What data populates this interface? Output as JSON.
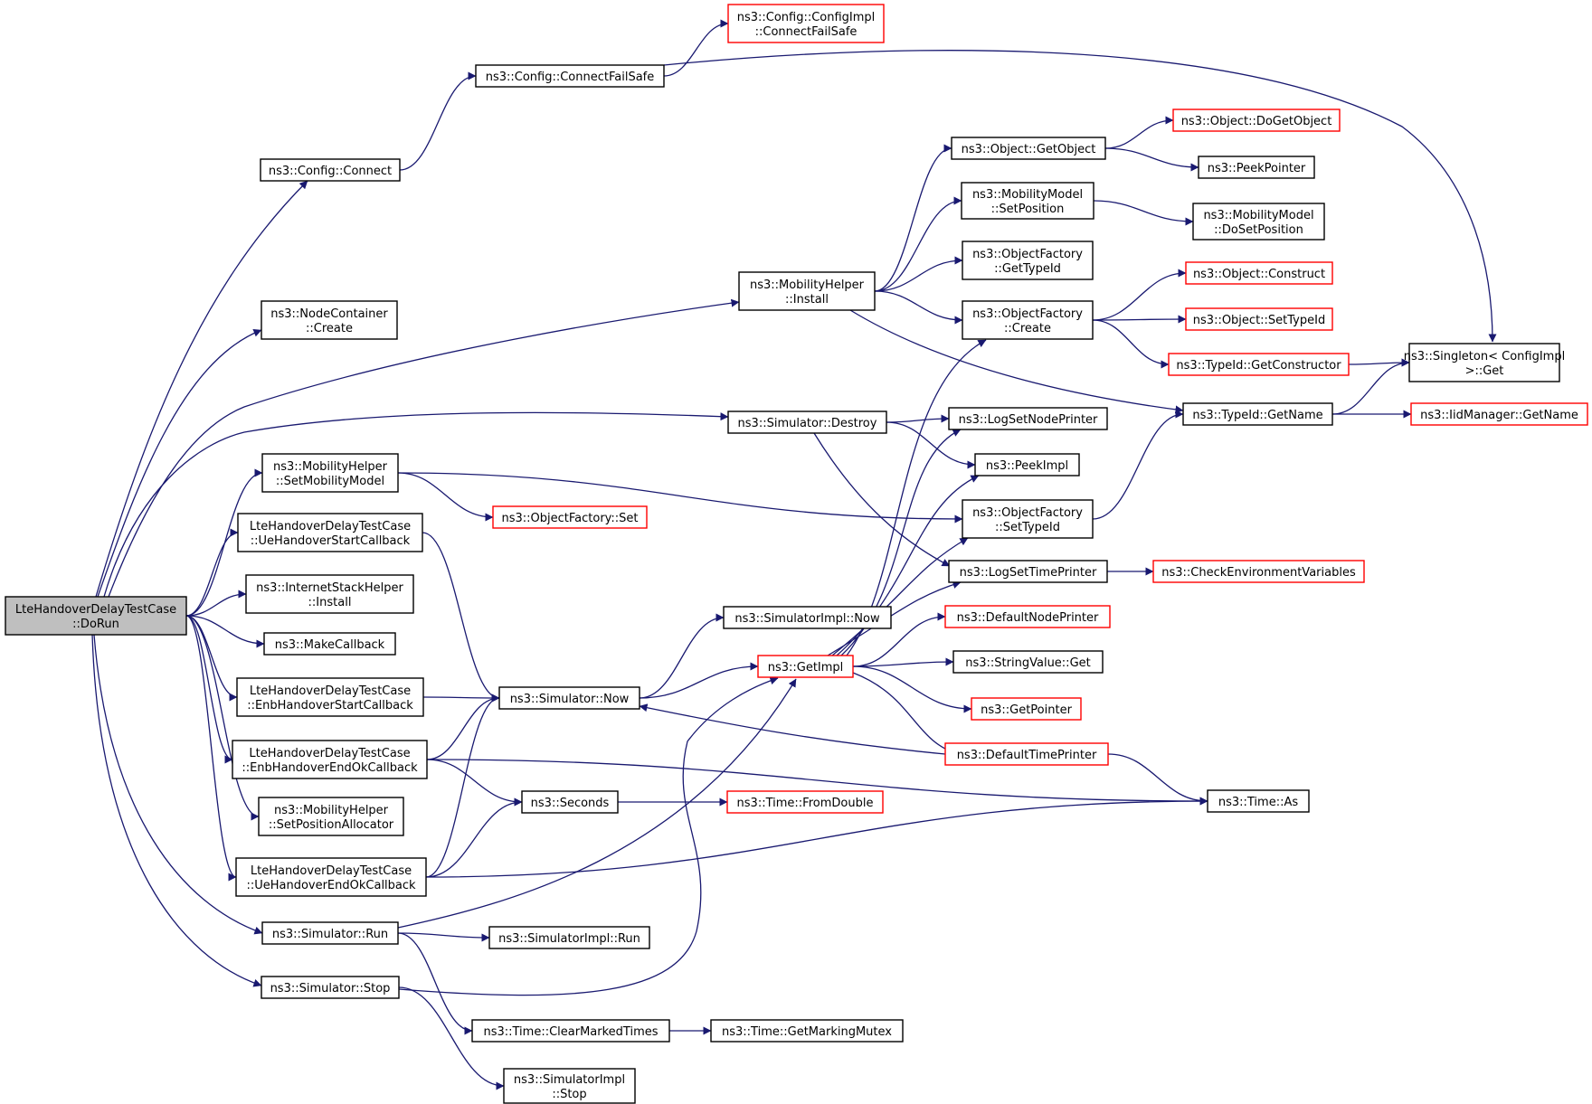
{
  "colors": {
    "edge": "#191970",
    "border_normal": "#000000",
    "border_truncated": "#ff0000",
    "fill_normal": "#ffffff",
    "fill_root": "#bfbfbf"
  },
  "nodes": [
    {
      "id": "doRun",
      "lines": [
        "LteHandoverDelayTestCase",
        "::DoRun"
      ],
      "style": "root"
    },
    {
      "id": "cfgConnect",
      "lines": [
        "ns3::Config::Connect"
      ],
      "style": "normal"
    },
    {
      "id": "cfgConnectFailSafe",
      "lines": [
        "ns3::Config::ConnectFailSafe"
      ],
      "style": "normal"
    },
    {
      "id": "cfgImplConnectFailSafe",
      "lines": [
        "ns3::Config::ConfigImpl",
        "::ConnectFailSafe"
      ],
      "style": "truncated"
    },
    {
      "id": "nodeContainerCreate",
      "lines": [
        "ns3::NodeContainer",
        "::Create"
      ],
      "style": "normal"
    },
    {
      "id": "mobHelperInstall",
      "lines": [
        "ns3::MobilityHelper",
        "::Install"
      ],
      "style": "normal"
    },
    {
      "id": "simDestroy",
      "lines": [
        "ns3::Simulator::Destroy"
      ],
      "style": "normal"
    },
    {
      "id": "mobHelperSetMobilityModel",
      "lines": [
        "ns3::MobilityHelper",
        "::SetMobilityModel"
      ],
      "style": "normal"
    },
    {
      "id": "objFactorySet",
      "lines": [
        "ns3::ObjectFactory::Set"
      ],
      "style": "truncated"
    },
    {
      "id": "ueHoStart",
      "lines": [
        "LteHandoverDelayTestCase",
        "::UeHandoverStartCallback"
      ],
      "style": "normal"
    },
    {
      "id": "internetStackInstall",
      "lines": [
        "ns3::InternetStackHelper",
        "::Install"
      ],
      "style": "normal"
    },
    {
      "id": "makeCallback",
      "lines": [
        "ns3::MakeCallback"
      ],
      "style": "normal"
    },
    {
      "id": "enbHoStart",
      "lines": [
        "LteHandoverDelayTestCase",
        "::EnbHandoverStartCallback"
      ],
      "style": "normal"
    },
    {
      "id": "enbHoEndOk",
      "lines": [
        "LteHandoverDelayTestCase",
        "::EnbHandoverEndOkCallback"
      ],
      "style": "normal"
    },
    {
      "id": "mobHelperSetPosAlloc",
      "lines": [
        "ns3::MobilityHelper",
        "::SetPositionAllocator"
      ],
      "style": "normal"
    },
    {
      "id": "ueHoEndOk",
      "lines": [
        "LteHandoverDelayTestCase",
        "::UeHandoverEndOkCallback"
      ],
      "style": "normal"
    },
    {
      "id": "simRun",
      "lines": [
        "ns3::Simulator::Run"
      ],
      "style": "normal"
    },
    {
      "id": "simStop",
      "lines": [
        "ns3::Simulator::Stop"
      ],
      "style": "normal"
    },
    {
      "id": "simNow",
      "lines": [
        "ns3::Simulator::Now"
      ],
      "style": "normal"
    },
    {
      "id": "simImplNow",
      "lines": [
        "ns3::SimulatorImpl::Now"
      ],
      "style": "normal"
    },
    {
      "id": "getImpl",
      "lines": [
        "ns3::GetImpl"
      ],
      "style": "truncated"
    },
    {
      "id": "seconds",
      "lines": [
        "ns3::Seconds"
      ],
      "style": "normal"
    },
    {
      "id": "simImplRun",
      "lines": [
        "ns3::SimulatorImpl::Run"
      ],
      "style": "normal"
    },
    {
      "id": "timeClearMarked",
      "lines": [
        "ns3::Time::ClearMarkedTimes"
      ],
      "style": "normal"
    },
    {
      "id": "simImplStop",
      "lines": [
        "ns3::SimulatorImpl",
        "::Stop"
      ],
      "style": "normal"
    },
    {
      "id": "timeGetMarkingMutex",
      "lines": [
        "ns3::Time::GetMarkingMutex"
      ],
      "style": "normal"
    },
    {
      "id": "timeFromDouble",
      "lines": [
        "ns3::Time::FromDouble"
      ],
      "style": "truncated"
    },
    {
      "id": "objGetObject",
      "lines": [
        "ns3::Object::GetObject"
      ],
      "style": "normal"
    },
    {
      "id": "mobModelSetPosition",
      "lines": [
        "ns3::MobilityModel",
        "::SetPosition"
      ],
      "style": "normal"
    },
    {
      "id": "objFactoryGetTypeId",
      "lines": [
        "ns3::ObjectFactory",
        "::GetTypeId"
      ],
      "style": "normal"
    },
    {
      "id": "objFactoryCreate",
      "lines": [
        "ns3::ObjectFactory",
        "::Create"
      ],
      "style": "normal"
    },
    {
      "id": "logSetNodePrinter",
      "lines": [
        "ns3::LogSetNodePrinter"
      ],
      "style": "normal"
    },
    {
      "id": "peekImpl",
      "lines": [
        "ns3::PeekImpl"
      ],
      "style": "normal"
    },
    {
      "id": "objFactorySetTypeId",
      "lines": [
        "ns3::ObjectFactory",
        "::SetTypeId"
      ],
      "style": "normal"
    },
    {
      "id": "logSetTimePrinter",
      "lines": [
        "ns3::LogSetTimePrinter"
      ],
      "style": "normal"
    },
    {
      "id": "defaultNodePrinter",
      "lines": [
        "ns3::DefaultNodePrinter"
      ],
      "style": "truncated"
    },
    {
      "id": "stringValueGet",
      "lines": [
        "ns3::StringValue::Get"
      ],
      "style": "normal"
    },
    {
      "id": "getPointer",
      "lines": [
        "ns3::GetPointer"
      ],
      "style": "truncated"
    },
    {
      "id": "defaultTimePrinter",
      "lines": [
        "ns3::DefaultTimePrinter"
      ],
      "style": "truncated"
    },
    {
      "id": "objDoGetObject",
      "lines": [
        "ns3::Object::DoGetObject"
      ],
      "style": "truncated"
    },
    {
      "id": "peekPointer",
      "lines": [
        "ns3::PeekPointer"
      ],
      "style": "normal"
    },
    {
      "id": "mobModelDoSetPosition",
      "lines": [
        "ns3::MobilityModel",
        "::DoSetPosition"
      ],
      "style": "normal"
    },
    {
      "id": "objConstruct",
      "lines": [
        "ns3::Object::Construct"
      ],
      "style": "truncated"
    },
    {
      "id": "objSetTypeId",
      "lines": [
        "ns3::Object::SetTypeId"
      ],
      "style": "truncated"
    },
    {
      "id": "typeIdGetConstructor",
      "lines": [
        "ns3::TypeId::GetConstructor"
      ],
      "style": "truncated"
    },
    {
      "id": "typeIdGetName",
      "lines": [
        "ns3::TypeId::GetName"
      ],
      "style": "normal"
    },
    {
      "id": "checkEnvVars",
      "lines": [
        "ns3::CheckEnvironmentVariables"
      ],
      "style": "truncated"
    },
    {
      "id": "singletonGet",
      "lines": [
        "ns3::Singleton< ConfigImpl",
        " >::Get"
      ],
      "style": "normal"
    },
    {
      "id": "iidManagerGetName",
      "lines": [
        "ns3::IidManager::GetName"
      ],
      "style": "truncated"
    },
    {
      "id": "timeAs",
      "lines": [
        "ns3::Time::As"
      ],
      "style": "normal"
    }
  ],
  "edges": [
    {
      "from": "doRun",
      "to": "cfgConnect"
    },
    {
      "from": "doRun",
      "to": "nodeContainerCreate"
    },
    {
      "from": "doRun",
      "to": "mobHelperInstall"
    },
    {
      "from": "doRun",
      "to": "simDestroy"
    },
    {
      "from": "doRun",
      "to": "mobHelperSetMobilityModel"
    },
    {
      "from": "doRun",
      "to": "ueHoStart"
    },
    {
      "from": "doRun",
      "to": "internetStackInstall"
    },
    {
      "from": "doRun",
      "to": "makeCallback"
    },
    {
      "from": "doRun",
      "to": "enbHoStart"
    },
    {
      "from": "doRun",
      "to": "enbHoEndOk"
    },
    {
      "from": "doRun",
      "to": "mobHelperSetPosAlloc"
    },
    {
      "from": "doRun",
      "to": "ueHoEndOk"
    },
    {
      "from": "doRun",
      "to": "simRun"
    },
    {
      "from": "doRun",
      "to": "simStop"
    },
    {
      "from": "cfgConnect",
      "to": "cfgConnectFailSafe"
    },
    {
      "from": "cfgConnectFailSafe",
      "to": "cfgImplConnectFailSafe"
    },
    {
      "from": "cfgConnectFailSafe",
      "to": "singletonGet"
    },
    {
      "from": "mobHelperInstall",
      "to": "objGetObject"
    },
    {
      "from": "mobHelperInstall",
      "to": "mobModelSetPosition"
    },
    {
      "from": "mobHelperInstall",
      "to": "objFactoryGetTypeId"
    },
    {
      "from": "mobHelperInstall",
      "to": "objFactoryCreate"
    },
    {
      "from": "mobHelperInstall",
      "to": "typeIdGetName"
    },
    {
      "from": "simDestroy",
      "to": "logSetNodePrinter"
    },
    {
      "from": "simDestroy",
      "to": "peekImpl"
    },
    {
      "from": "simDestroy",
      "to": "logSetTimePrinter"
    },
    {
      "from": "mobHelperSetMobilityModel",
      "to": "objFactorySet"
    },
    {
      "from": "mobHelperSetMobilityModel",
      "to": "objFactorySetTypeId"
    },
    {
      "from": "ueHoStart",
      "to": "simNow"
    },
    {
      "from": "enbHoStart",
      "to": "simNow"
    },
    {
      "from": "enbHoEndOk",
      "to": "simNow"
    },
    {
      "from": "enbHoEndOk",
      "to": "seconds"
    },
    {
      "from": "enbHoEndOk",
      "to": "timeAs"
    },
    {
      "from": "ueHoEndOk",
      "to": "simNow"
    },
    {
      "from": "ueHoEndOk",
      "to": "seconds"
    },
    {
      "from": "ueHoEndOk",
      "to": "timeAs"
    },
    {
      "from": "simRun",
      "to": "getImpl"
    },
    {
      "from": "simRun",
      "to": "simImplRun"
    },
    {
      "from": "simRun",
      "to": "timeClearMarked"
    },
    {
      "from": "simStop",
      "to": "getImpl"
    },
    {
      "from": "simStop",
      "to": "simImplStop"
    },
    {
      "from": "simNow",
      "to": "simImplNow"
    },
    {
      "from": "simNow",
      "to": "getImpl"
    },
    {
      "from": "seconds",
      "to": "timeFromDouble"
    },
    {
      "from": "timeClearMarked",
      "to": "timeGetMarkingMutex"
    },
    {
      "from": "getImpl",
      "to": "objFactoryCreate"
    },
    {
      "from": "getImpl",
      "to": "logSetNodePrinter"
    },
    {
      "from": "getImpl",
      "to": "peekImpl"
    },
    {
      "from": "getImpl",
      "to": "objFactorySetTypeId"
    },
    {
      "from": "getImpl",
      "to": "logSetTimePrinter"
    },
    {
      "from": "getImpl",
      "to": "defaultNodePrinter"
    },
    {
      "from": "getImpl",
      "to": "stringValueGet"
    },
    {
      "from": "getImpl",
      "to": "getPointer"
    },
    {
      "from": "getImpl",
      "to": "defaultTimePrinter"
    },
    {
      "from": "defaultTimePrinter",
      "to": "simNow"
    },
    {
      "from": "defaultTimePrinter",
      "to": "timeAs"
    },
    {
      "from": "logSetTimePrinter",
      "to": "checkEnvVars"
    },
    {
      "from": "objFactorySetTypeId",
      "to": "typeIdGetName"
    },
    {
      "from": "objGetObject",
      "to": "objDoGetObject"
    },
    {
      "from": "objGetObject",
      "to": "peekPointer"
    },
    {
      "from": "mobModelSetPosition",
      "to": "mobModelDoSetPosition"
    },
    {
      "from": "objFactoryCreate",
      "to": "objConstruct"
    },
    {
      "from": "objFactoryCreate",
      "to": "objSetTypeId"
    },
    {
      "from": "objFactoryCreate",
      "to": "typeIdGetConstructor"
    },
    {
      "from": "typeIdGetConstructor",
      "to": "singletonGet"
    },
    {
      "from": "typeIdGetName",
      "to": "singletonGet"
    },
    {
      "from": "typeIdGetName",
      "to": "iidManagerGetName"
    }
  ]
}
